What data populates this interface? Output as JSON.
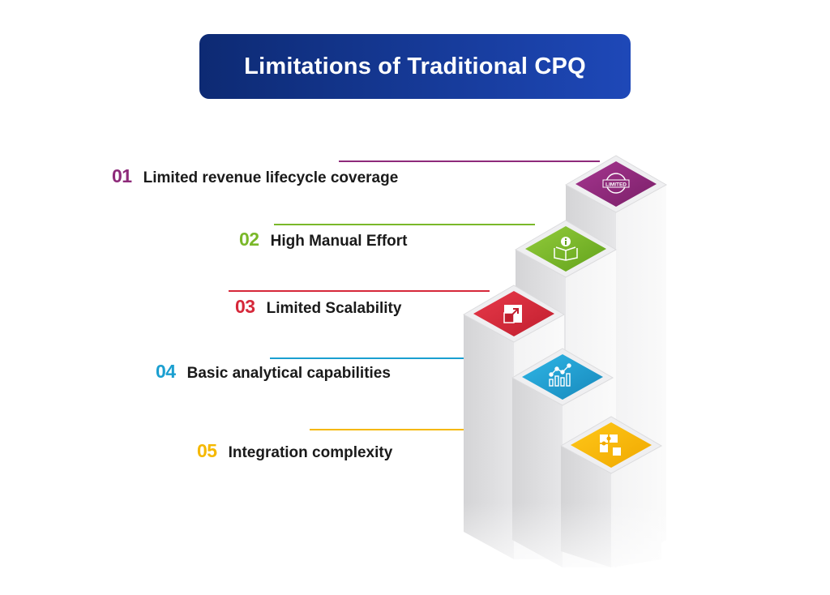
{
  "title": "Limitations of Traditional CPQ",
  "items": [
    {
      "num": "01",
      "label": "Limited revenue lifecycle coverage",
      "color": "#8e2a7a",
      "icon": "limited-stamp-icon",
      "icon_text": "LIMITED"
    },
    {
      "num": "02",
      "label": "High Manual Effort",
      "color": "#7ab829",
      "icon": "manual-book-info-icon"
    },
    {
      "num": "03",
      "label": "Limited Scalability",
      "color": "#d6283a",
      "icon": "scale-arrow-icon"
    },
    {
      "num": "04",
      "label": "Basic analytical capabilities",
      "color": "#1b9fd0",
      "icon": "analytics-chart-icon"
    },
    {
      "num": "05",
      "label": "Integration complexity",
      "color": "#f5b800",
      "icon": "puzzle-pieces-icon"
    }
  ]
}
